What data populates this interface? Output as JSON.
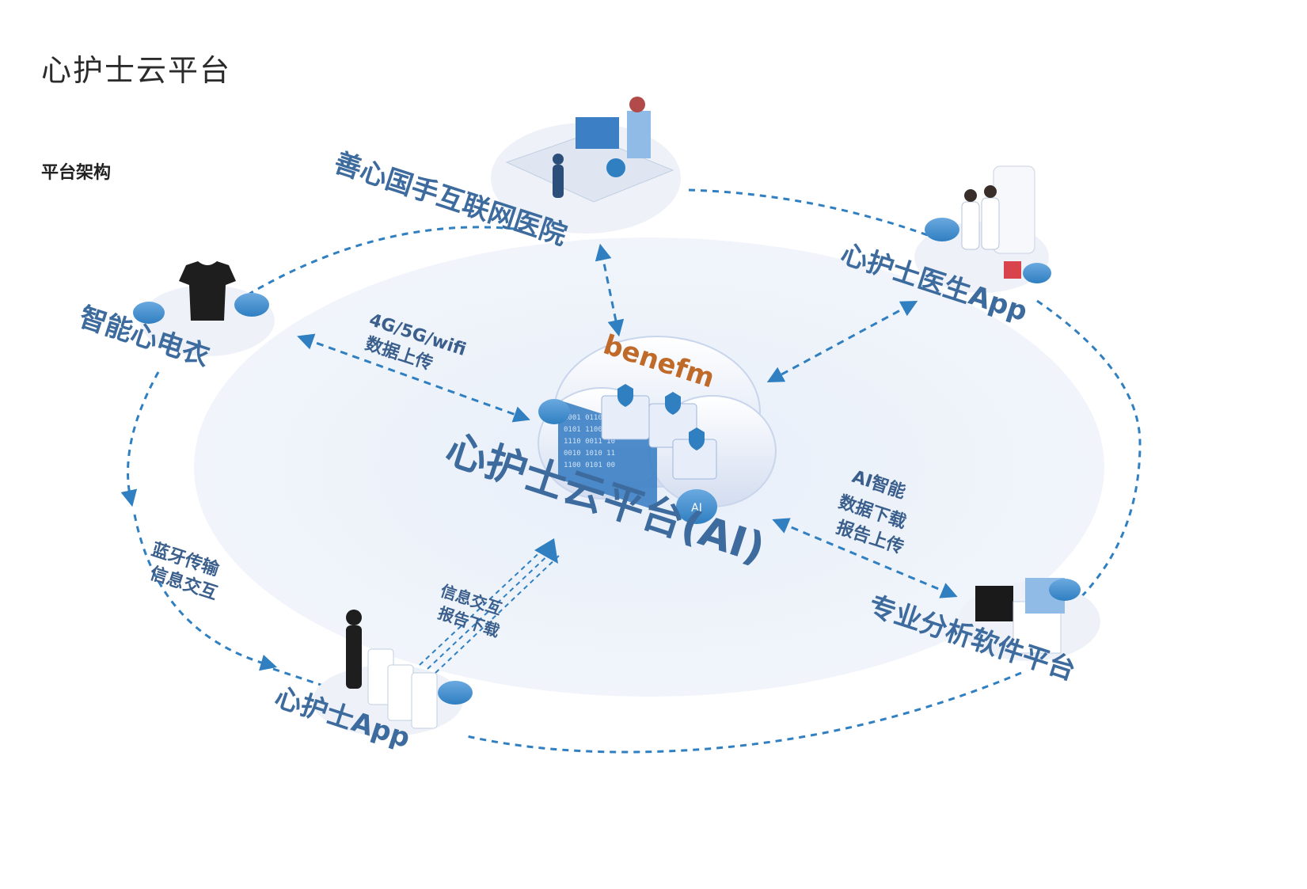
{
  "page": {
    "title": "心护士云平台",
    "section": "平台架构"
  },
  "center": {
    "label": "心护士云平台(AI)",
    "brand": "benefm",
    "ai_badge": "AI"
  },
  "nodes": {
    "hospital": "善心国手互联网医院",
    "doctor_app": "心护士医生App",
    "ecg_shirt": "智能心电衣",
    "nurse_app": "心护士App",
    "analysis_platform": "专业分析软件平台"
  },
  "links": {
    "upload": [
      "4G/5G/wifi",
      "数据上传"
    ],
    "bluetooth": [
      "蓝牙传输",
      "信息交互"
    ],
    "app_exchange": [
      "信息交互",
      "报告下载"
    ],
    "ai_data": [
      "AI智能",
      "数据下载",
      "报告上传"
    ]
  },
  "colors": {
    "accent": "#2f7fc1",
    "label": "#3d6b9e",
    "ellipse": "#eef3fb",
    "brand": "#c06a2a"
  }
}
